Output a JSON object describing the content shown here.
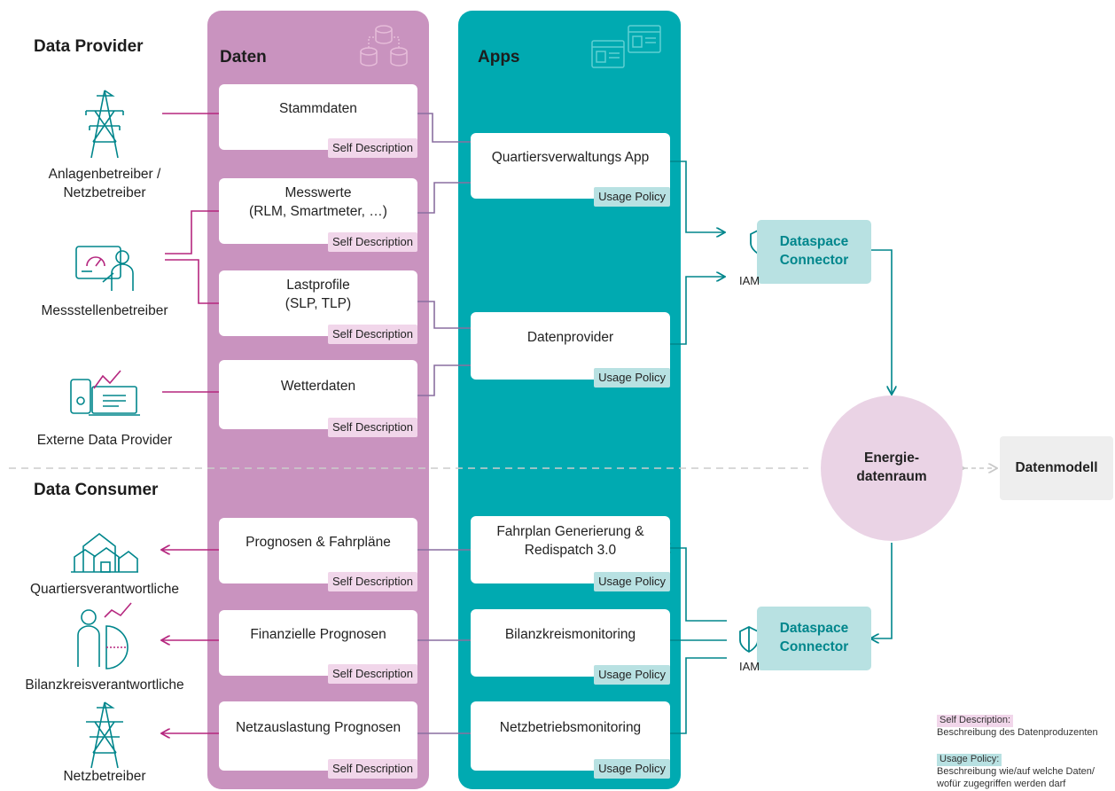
{
  "sections": {
    "provider": "Data Provider",
    "consumer": "Data Consumer"
  },
  "columns": {
    "daten": "Daten",
    "apps": "Apps"
  },
  "providers": [
    {
      "label": "Anlagenbetreiber /\nNetzbetreiber",
      "icon": "power-tower-icon"
    },
    {
      "label": "Messstellenbetreiber",
      "icon": "meter-reader-icon"
    },
    {
      "label": "Externe Data Provider",
      "icon": "devices-chart-icon"
    }
  ],
  "consumers": [
    {
      "label": "Quartiersverantwortliche",
      "icon": "buildings-icon"
    },
    {
      "label": "Bilanzkreisverantwortliche",
      "icon": "analyst-chart-icon"
    },
    {
      "label": "Netzbetreiber",
      "icon": "power-tower-icon"
    }
  ],
  "daten_cards": [
    {
      "label": "Stammdaten",
      "tag": "Self Description"
    },
    {
      "label": "Messwerte\n(RLM, Smartmeter, …)",
      "tag": "Self Description"
    },
    {
      "label": "Lastprofile\n(SLP, TLP)",
      "tag": "Self Description"
    },
    {
      "label": "Wetterdaten",
      "tag": "Self Description"
    },
    {
      "label": "Prognosen & Fahrpläne",
      "tag": "Self Description"
    },
    {
      "label": "Finanzielle Prognosen",
      "tag": "Self Description"
    },
    {
      "label": "Netzauslastung Prognosen",
      "tag": "Self Description"
    }
  ],
  "app_cards": [
    {
      "label": "Quartiersverwaltungs App",
      "tag": "Usage Policy"
    },
    {
      "label": "Datenprovider",
      "tag": "Usage Policy"
    },
    {
      "label": "Fahrplan Generierung &\nRedispatch 3.0",
      "tag": "Usage Policy"
    },
    {
      "label": "Bilanzkreismonitoring",
      "tag": "Usage Policy"
    },
    {
      "label": "Netzbetriebsmonitoring",
      "tag": "Usage Policy"
    }
  ],
  "connectors": [
    {
      "label": "Dataspace\nConnector",
      "iam": "IAM"
    },
    {
      "label": "Dataspace\nConnector",
      "iam": "IAM"
    }
  ],
  "energy_space": "Energie-\ndatenraum",
  "data_model": "Datenmodell",
  "legend": {
    "sd_term": "Self Description:",
    "sd_desc": "Beschreibung des Datenproduzenten",
    "up_term": "Usage Policy:",
    "up_desc": "Beschreibung wie/auf welche Daten/\nwofür zugegriffen werden darf"
  },
  "colors": {
    "daten": "#c993bf",
    "apps": "#00aab1",
    "provider_arrow": "#b5277f",
    "connector_arrow": "#00868c",
    "energy_space": "#ead3e5",
    "data_model": "#eeeeee"
  }
}
